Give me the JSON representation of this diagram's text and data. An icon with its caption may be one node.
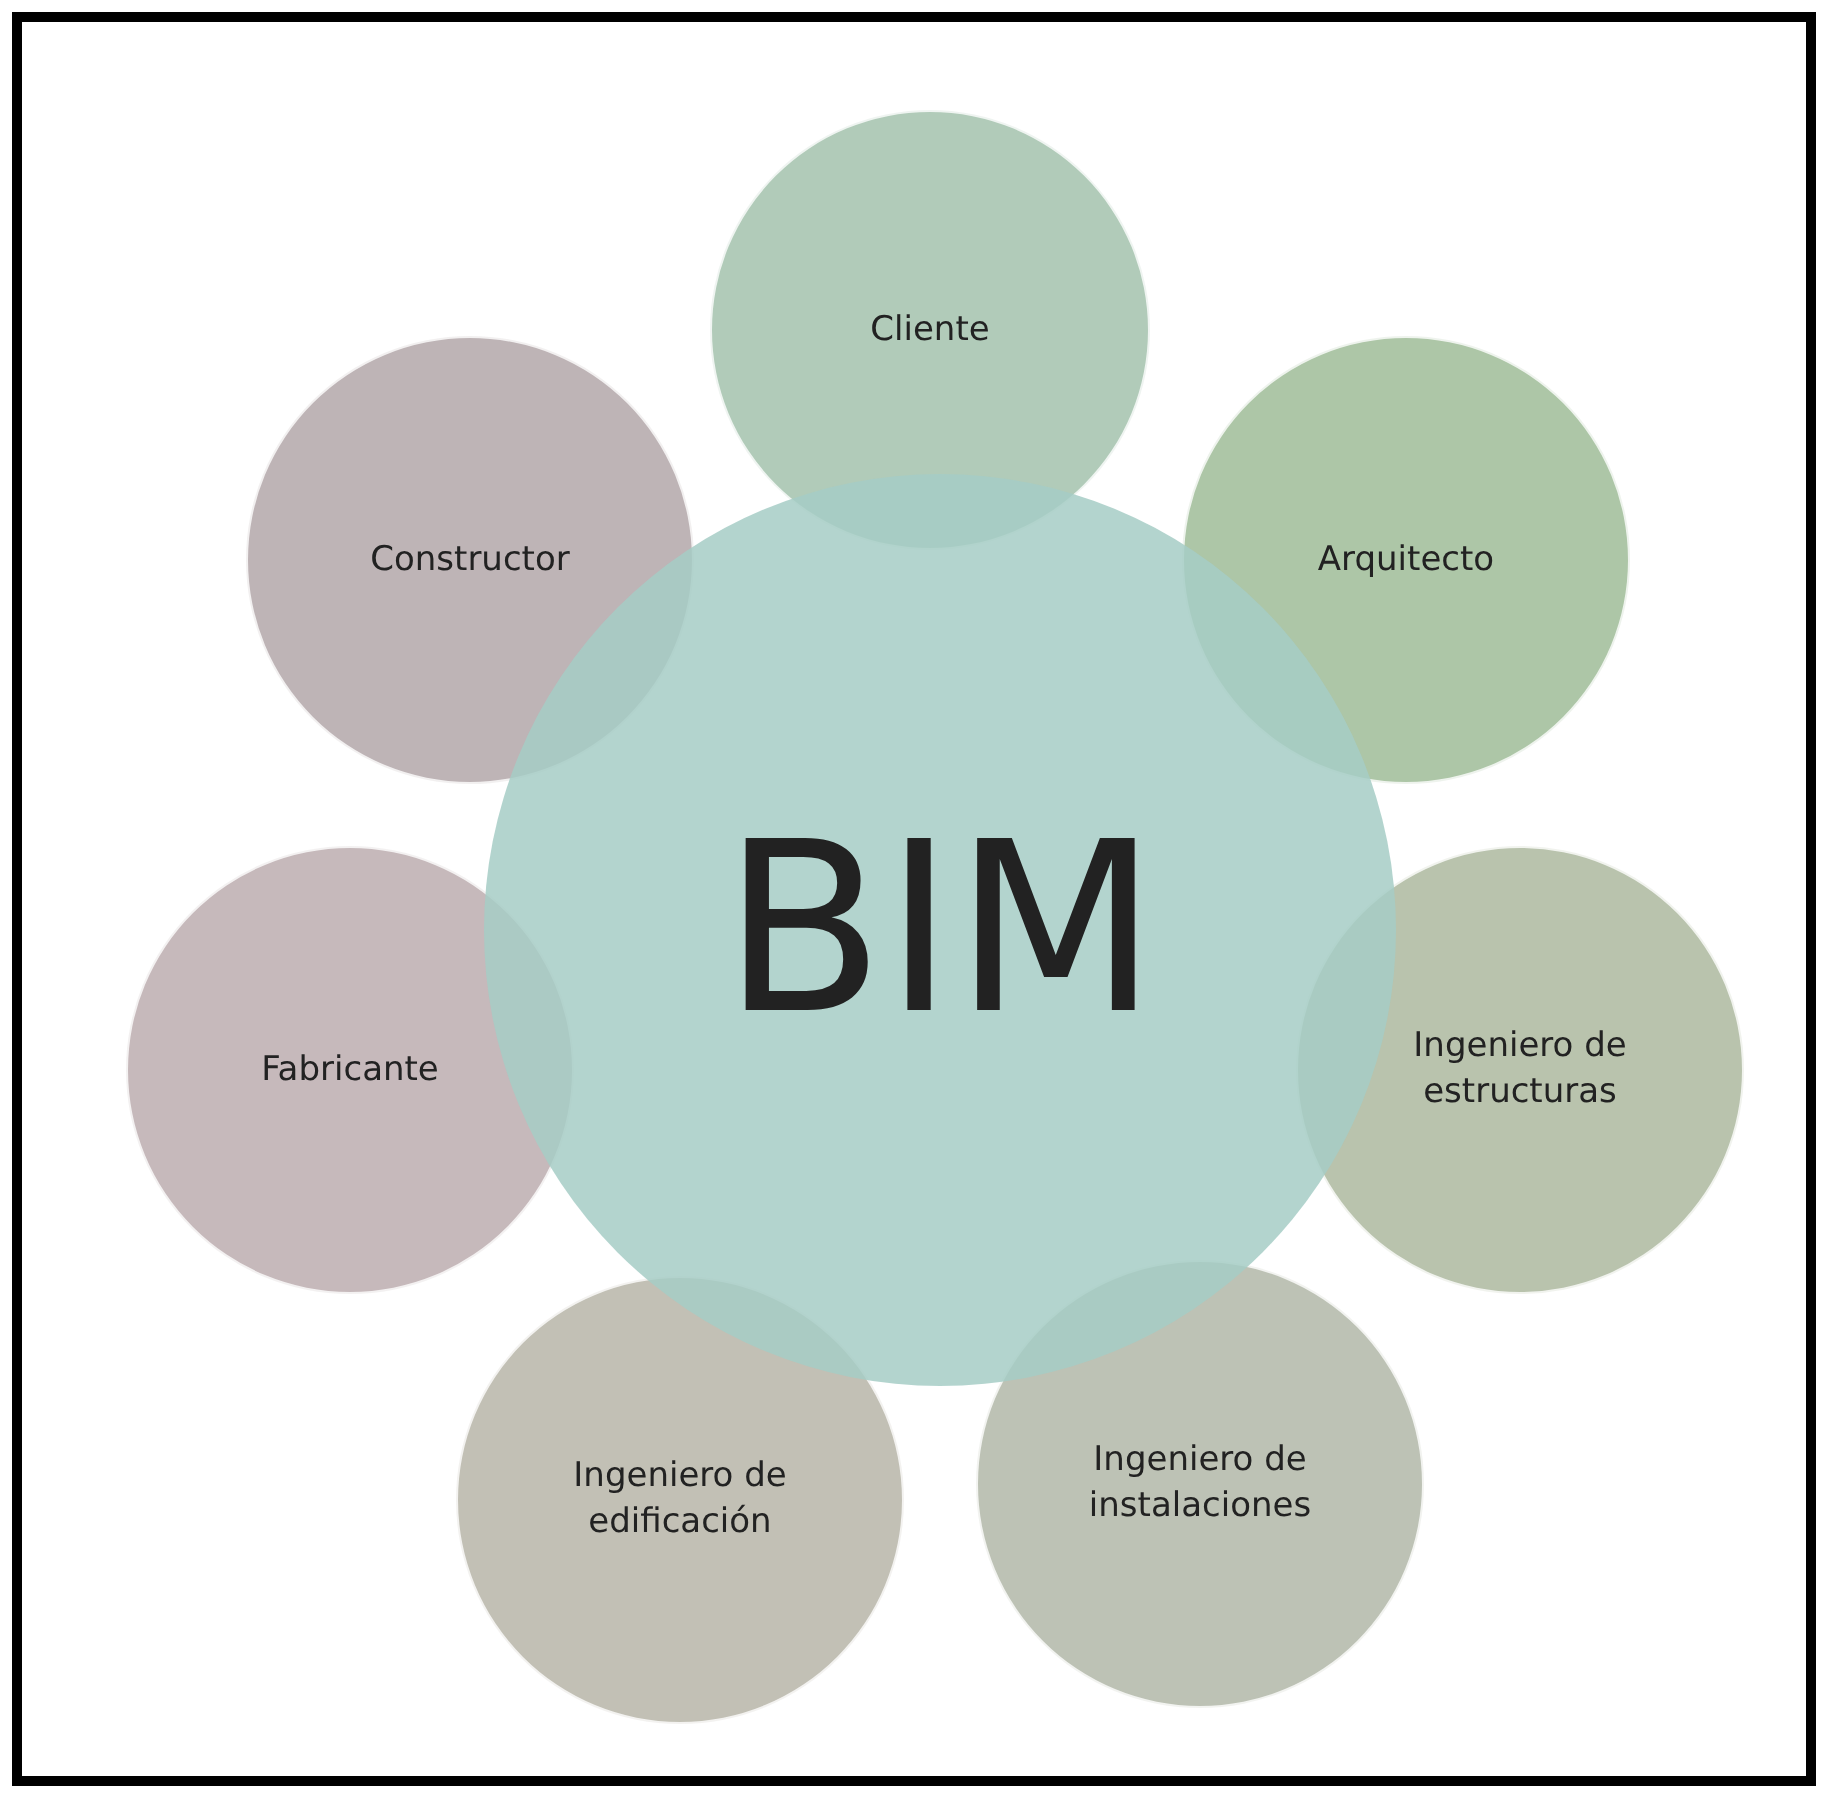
{
  "diagram": {
    "nodes": [
      {
        "text": [
          "BIM"
        ]
      },
      {
        "text": [
          "Cliente"
        ]
      },
      {
        "text": [
          "Arquitecto"
        ]
      },
      {
        "text": [
          "Ingeniero de estructuras"
        ]
      },
      {
        "text": [
          "Ingeniero de instalaciones"
        ]
      },
      {
        "text": [
          "Ingeniero de edificación"
        ]
      },
      {
        "text": [
          "Fabricante"
        ]
      },
      {
        "text": [
          "Constructor"
        ]
      }
    ]
  }
}
